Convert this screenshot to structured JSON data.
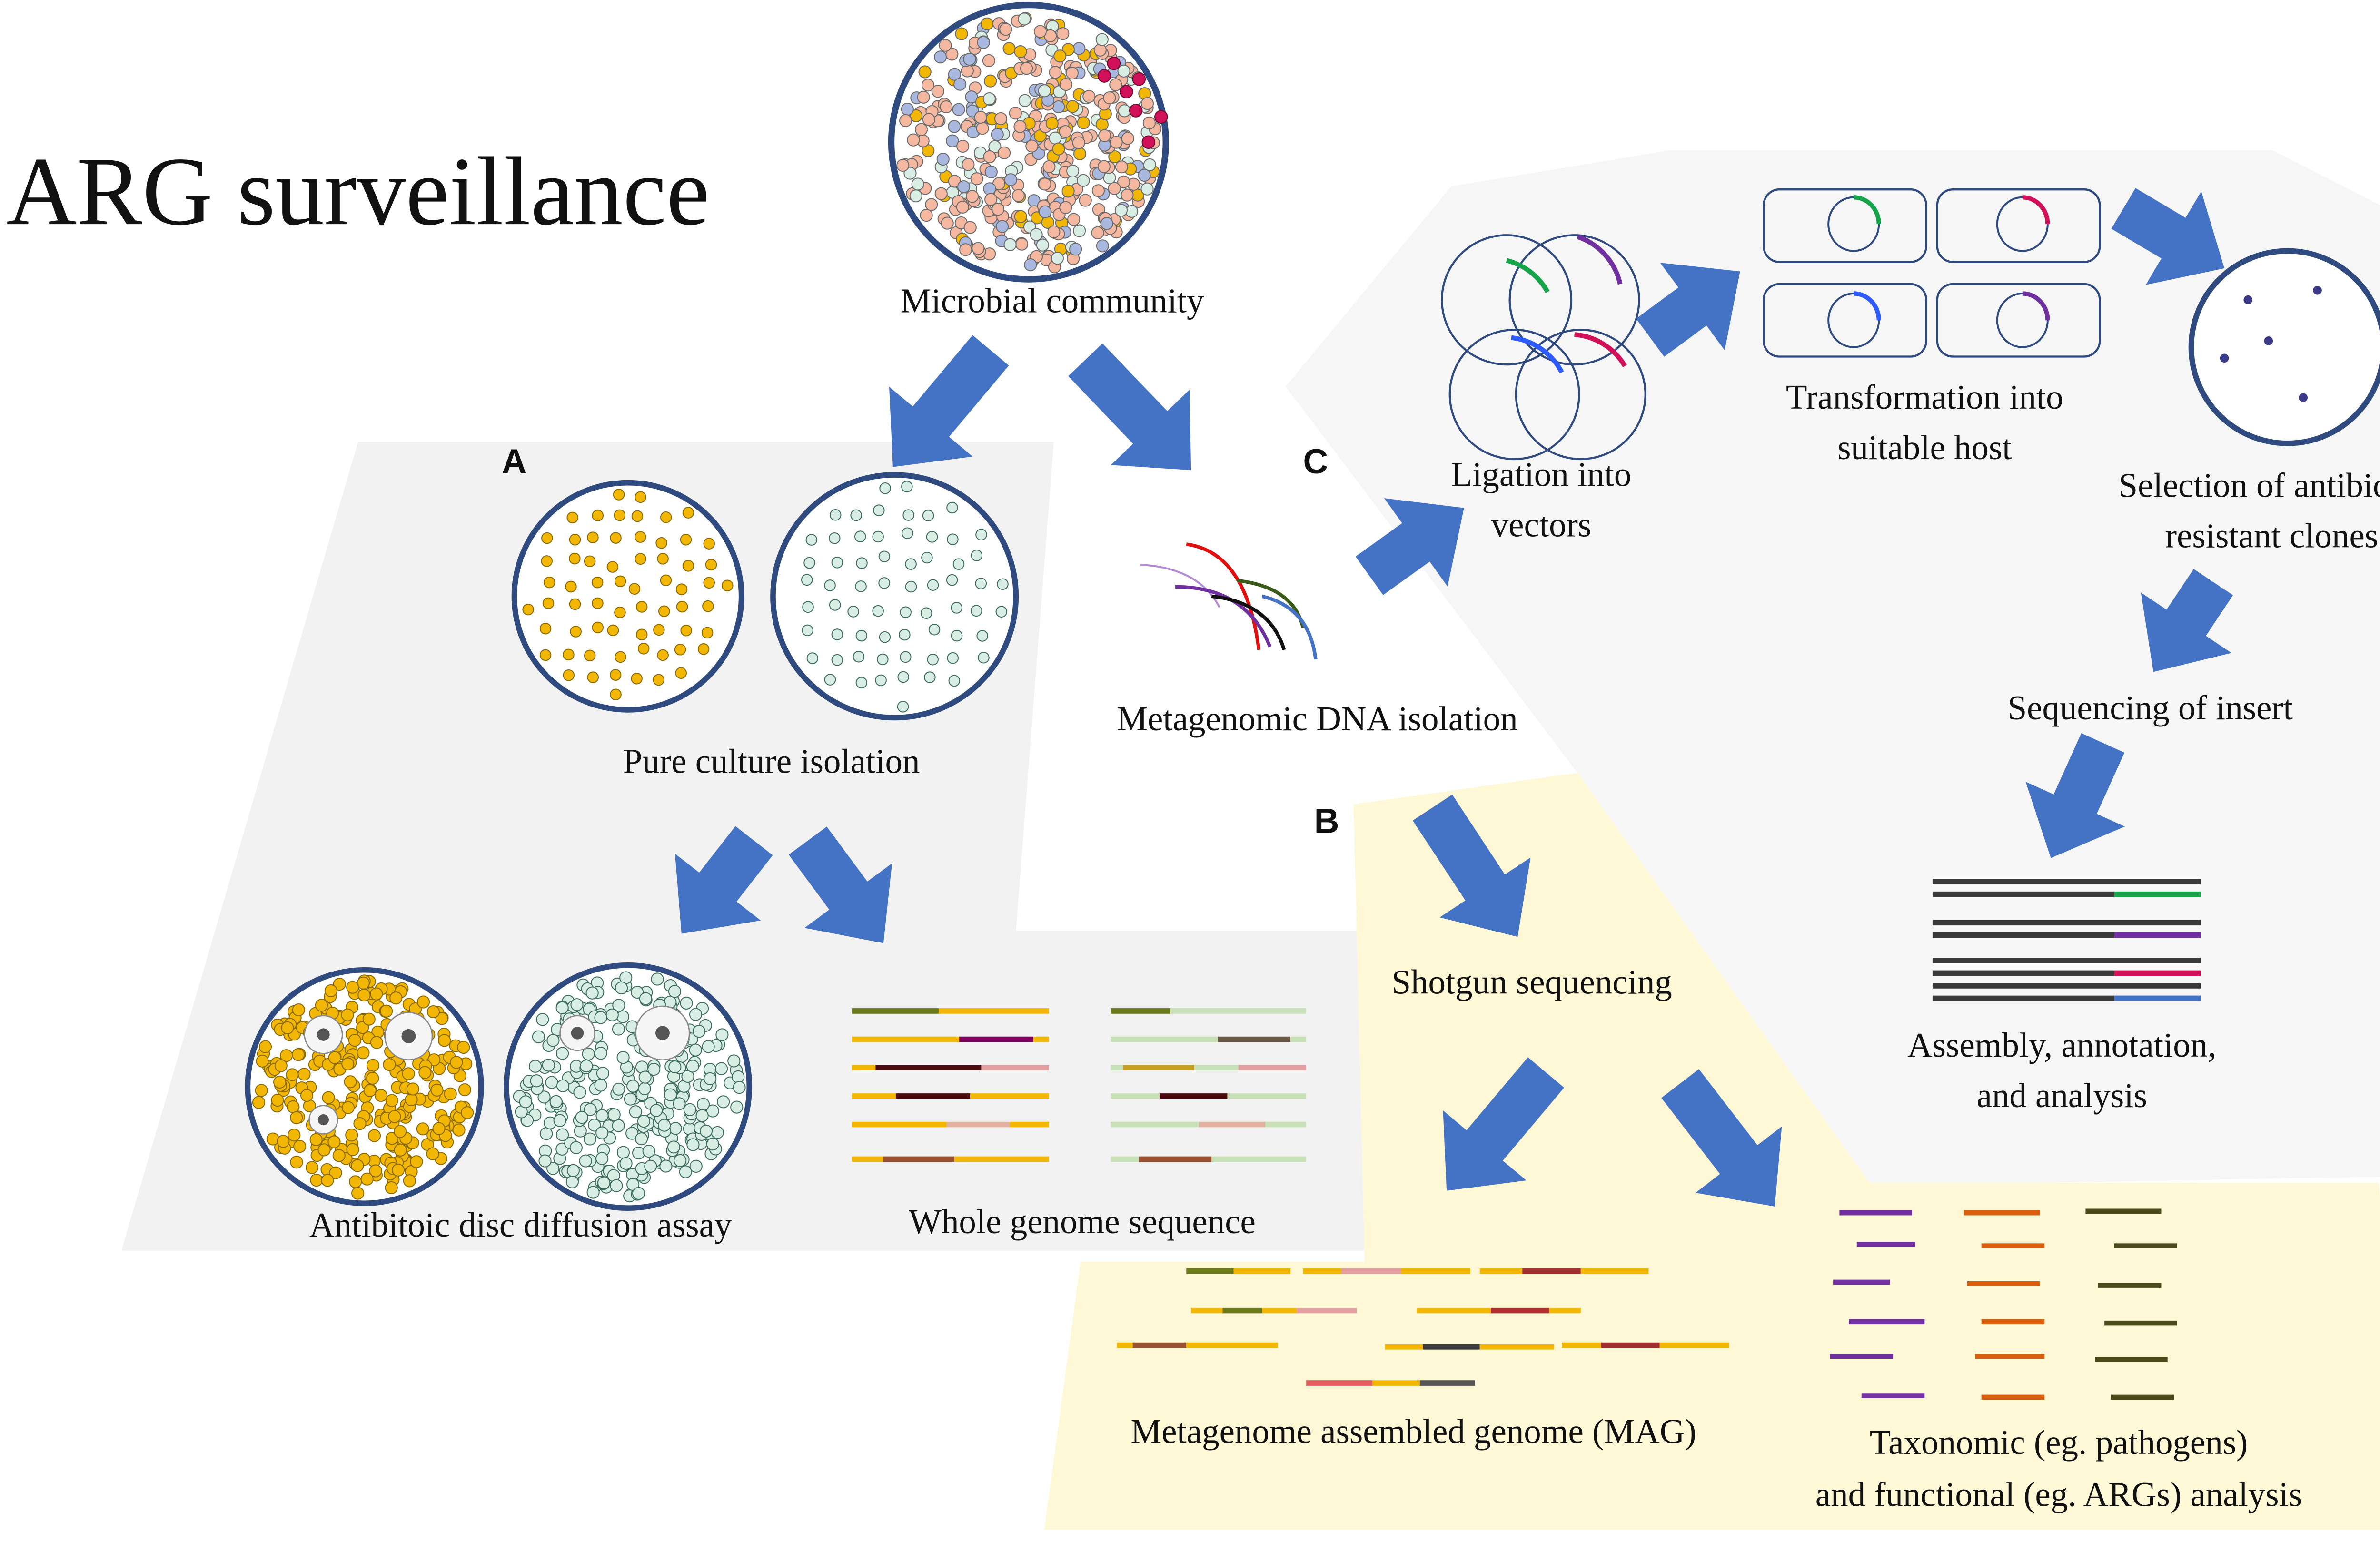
{
  "title": "ARG surveillance",
  "panels": {
    "a": "A",
    "b": "B",
    "c": "C"
  },
  "labels": {
    "microbial_community": "Microbial community",
    "pure_culture": "Pure culture isolation",
    "disc_diffusion": "Antibitoic disc diffusion assay",
    "whole_genome": "Whole genome sequence",
    "metagenomic_dna": "Metagenomic DNA isolation",
    "ligation_1": "Ligation into",
    "ligation_2": "vectors",
    "transformation_1": "Transformation into",
    "transformation_2": "suitable host",
    "selection_1": "Selection of antibioitc",
    "selection_2": "resistant clones",
    "sequencing_insert": "Sequencing of insert",
    "assembly_1": "Assembly, annotation,",
    "assembly_2": "and analysis",
    "shotgun": "Shotgun sequencing",
    "mag": "Metagenome assembled genome (MAG)",
    "taxonomic_1": "Taxonomic (eg. pathogens)",
    "taxonomic_2": "and functional (eg. ARGs) analysis"
  },
  "colors": {
    "arrow": "#4472C4",
    "dish_border": "#2F4A7F",
    "panel_a_bg": "#F2F2F2",
    "panel_b_bg": "#FFF8D6",
    "panel_c_bg": "#F6F6F6",
    "yellow_colony": "#F2B705",
    "teal_colony": "#D8EDE4",
    "salmon_cell": "#F4B7A0",
    "blue_cell": "#A9B8DE",
    "magenta": "#D1105A",
    "purple": "#7030A0",
    "green": "#17A34A",
    "blue": "#2E5BFF",
    "orange": "#D9600F",
    "olive": "#4A4A1A"
  }
}
